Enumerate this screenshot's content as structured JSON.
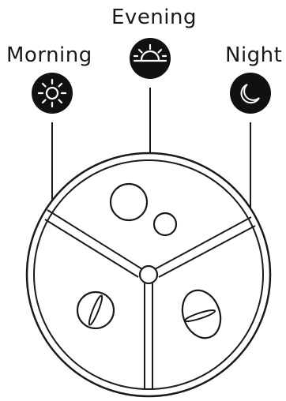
{
  "labels": {
    "morning": "Morning",
    "evening": "Evening",
    "night": "Night"
  },
  "icons": {
    "morning": "sun-icon",
    "evening": "sunset-icon",
    "night": "moon-icon"
  },
  "colors": {
    "ink": "#1a1a1a",
    "icon_bg": "#111111",
    "icon_fg": "#ffffff"
  }
}
